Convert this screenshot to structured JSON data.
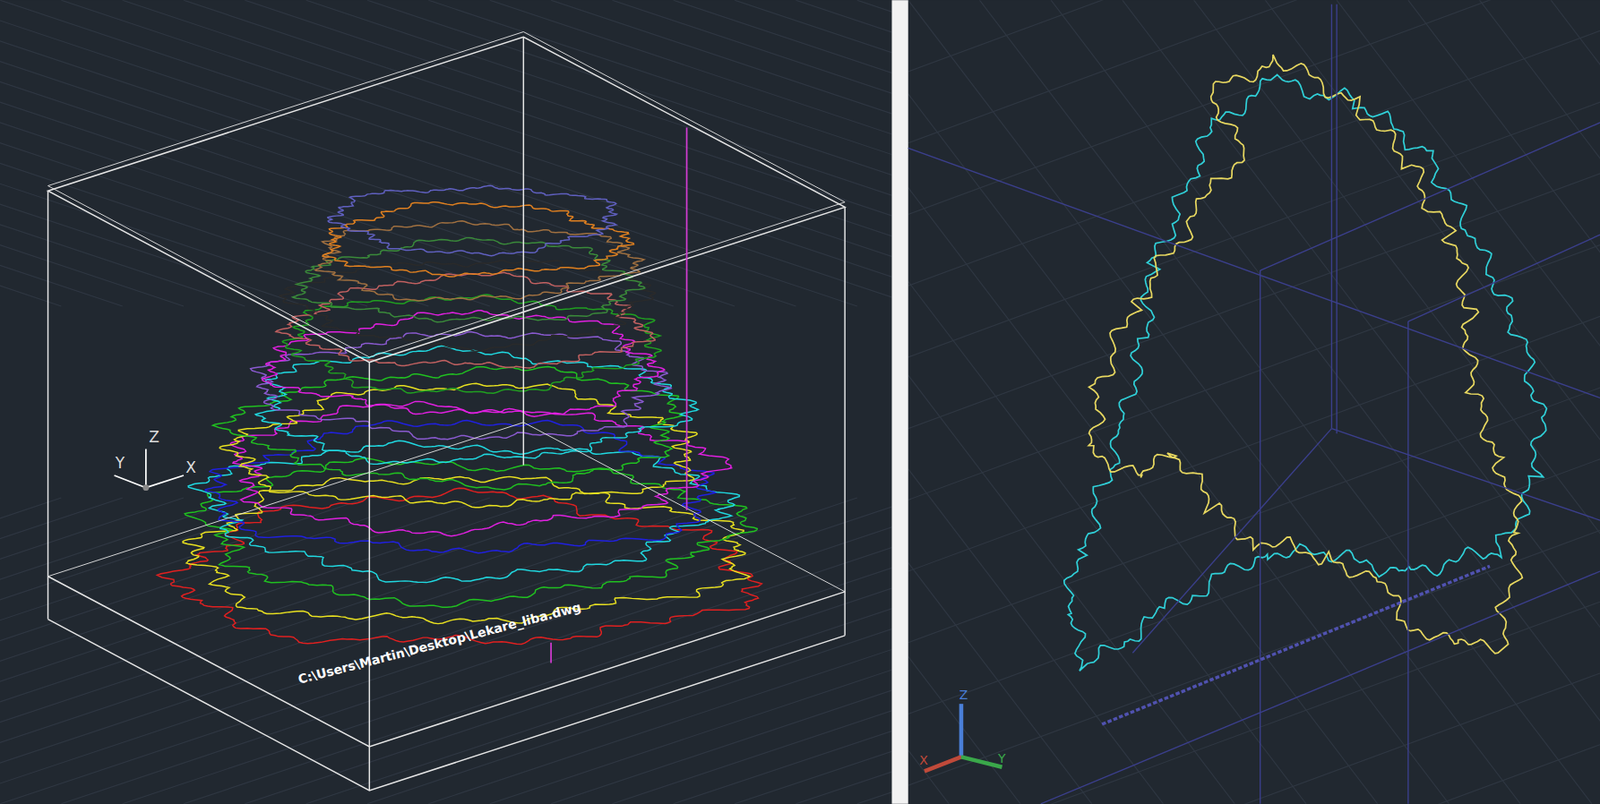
{
  "diagram": {
    "labels": [
      "C:\\Users\\Martin\\Desktop\\Lekare_liba.dwg",
      "Y",
      "Z",
      "X",
      "Z",
      "X",
      "Y"
    ]
  }
}
